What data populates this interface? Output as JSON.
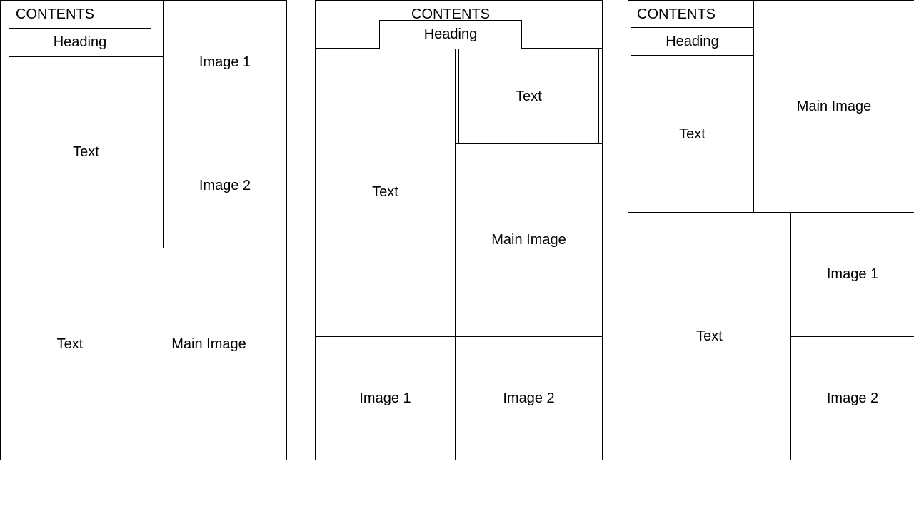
{
  "layouts": [
    {
      "title": "CONTENTS",
      "heading": "Heading",
      "text_upper": "Text",
      "image_1": "Image 1",
      "image_2": "Image 2",
      "text_lower": "Text",
      "main_image": "Main Image"
    },
    {
      "title": "CONTENTS",
      "heading": "Heading",
      "text_tall": "Text",
      "text_small": "Text",
      "main_image": "Main Image",
      "image_1": "Image 1",
      "image_2": "Image 2"
    },
    {
      "title": "CONTENTS",
      "heading": "Heading",
      "text_upper": "Text",
      "main_image": "Main Image",
      "text_lower": "Text",
      "image_1": "Image 1",
      "image_2": "Image 2"
    }
  ]
}
